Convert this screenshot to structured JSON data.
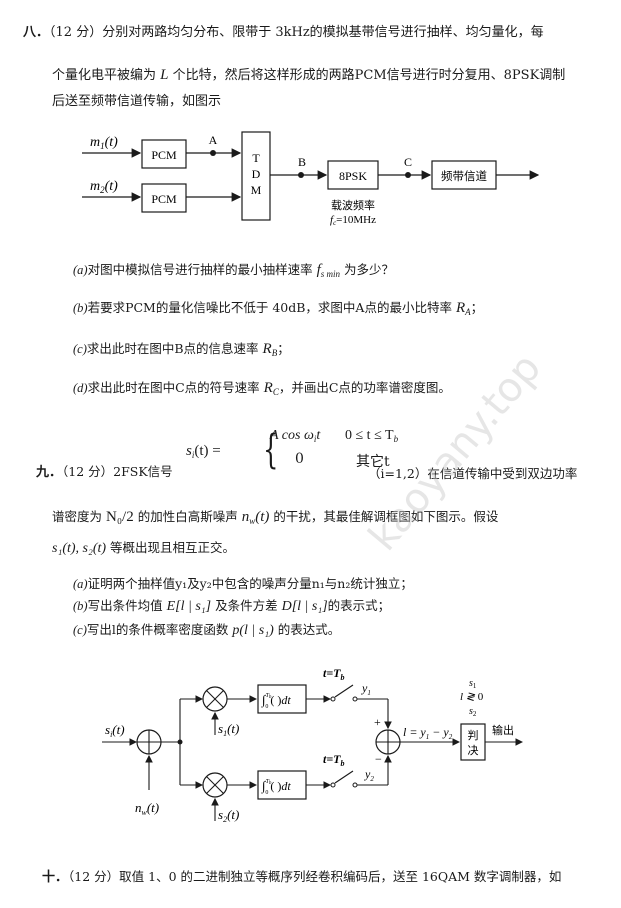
{
  "q8": {
    "number": "八．",
    "points": "（12 分）",
    "line1": "分别对两路均匀分布、限带于 3kHz的模拟基带信号进行抽样、均匀量化，每",
    "line2_pre": "个量化电平被编为",
    "line2_var": "L",
    "line2_post": "个比特，然后将这样形成的两路PCM信号进行时分复用、8PSK调制",
    "line3": "后送至频带信道传输，如图示",
    "diagram": {
      "input1": "m₁(t)",
      "input2": "m₂(t)",
      "pcm1": "PCM",
      "pcm2": "PCM",
      "point_a": "A",
      "tdm_t": "T",
      "tdm_d": "D",
      "tdm_m": "M",
      "point_b": "B",
      "mod": "8PSK",
      "point_c": "C",
      "channel": "频带信道",
      "carrier_label": "载波频率",
      "carrier_freq": "f",
      "carrier_sub": "c",
      "carrier_value": "=10MHz"
    },
    "questions": [
      {
        "label": "(a)",
        "pre": "对图中模拟信号进行抽样的最小抽样速率",
        "var": "f",
        "sub": "s min",
        "post": "为多少？"
      },
      {
        "label": "(b)",
        "pre": "若要求PCM的量化信噪比不低于 40dB，求图中A点的最小比特率",
        "var": "R",
        "sub": "A",
        "post": "；"
      },
      {
        "label": "(c)",
        "pre": "求出此时在图中B点的信息速率",
        "var": "R",
        "sub": "B",
        "post": "；"
      },
      {
        "label": "(d)",
        "pre": "求出此时在图中C点的符号速率",
        "var": "R",
        "sub": "C",
        "post": "，并画出C点的功率谱密度图。"
      }
    ]
  },
  "q9": {
    "number": "九．",
    "points": "（12 分）",
    "signal_label": "2FSK信号",
    "formula_lhs": "s",
    "formula_lhs_sub": "i",
    "formula_lhs_arg": "(t) =",
    "case1_expr": "A cos ω",
    "case1_sub": "i",
    "case1_t": "t",
    "case1_cond": "0 ≤ t ≤ T",
    "case1_cond_sub": "b",
    "case2_expr": "0",
    "case2_cond": "其它t",
    "index_note": "（i=1,2）在信道传输中受到双边功率",
    "line2_pre": "谱密度为",
    "line2_psd": "N₀/2",
    "line2_mid": "的加性白高斯噪声",
    "line2_noise": "n",
    "line2_noise_sub": "w",
    "line2_noise_arg": "(t)",
    "line2_post": "的干扰，其最佳解调框图如下图示。假设",
    "line3_signals": "s₁(t), s₂(t)",
    "line3_post": "等概出现且相互正交。",
    "questions": [
      {
        "label": "(a)",
        "text": "证明两个抽样值y₁及y₂中包含的噪声分量n₁与n₂统计独立；"
      },
      {
        "label": "(b)",
        "pre": "写出条件均值",
        "expr1": "E[l | s₁]",
        "mid": "及条件方差",
        "expr2": "D[l | s₁]",
        "post": "的表示式；"
      },
      {
        "label": "(c)",
        "pre": "写出l的条件概率密度函数",
        "expr": "p(l | s₁)",
        "post": "的表达式。"
      }
    ],
    "diagram": {
      "input": "s_i(t)",
      "noise": "n_w(t)",
      "ref1": "s₁(t)",
      "ref2": "s₂(t)",
      "integrator": "∫₀^Tb ( )dt",
      "sample1": "t=T_b",
      "sample2": "t=T_b",
      "y1": "y₁",
      "y2": "y₂",
      "plus": "+",
      "minus": "−",
      "diff": "l = y₁ − y₂",
      "decision_rule_top": "s₁",
      "decision_rule_mid": "l ≷ 0",
      "decision_rule_bottom": "s₂",
      "decider_line1": "判",
      "decider_line2": "决",
      "output": "输出"
    }
  },
  "q10": {
    "number": "十．",
    "points": "（12 分）",
    "line1": "取值 1、0 的二进制独立等概序列经卷积编码后，送至 16QAM 数字调制器，如"
  },
  "watermark": {
    "text": "kaoyany.top"
  }
}
